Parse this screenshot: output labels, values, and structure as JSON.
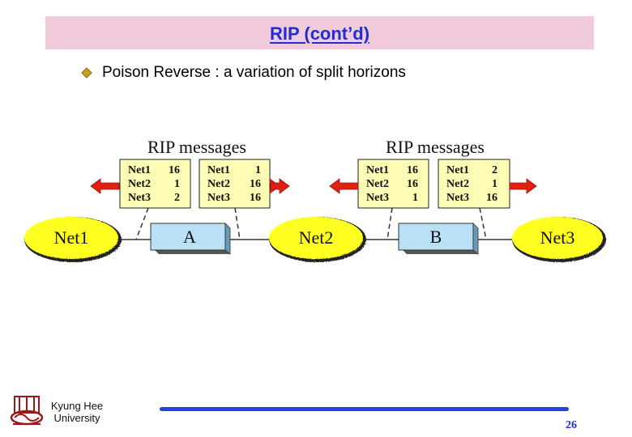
{
  "slide": {
    "title": "RIP (cont’d)",
    "bullet": "Poison Reverse : a variation of split horizons",
    "page_number": "26",
    "university": "Kyung Hee University"
  },
  "diagram": {
    "message_label_left": "RIP messages",
    "message_label_right": "RIP messages",
    "networks": [
      "Net1",
      "Net2",
      "Net3"
    ],
    "routers": [
      "A",
      "B"
    ],
    "tables": [
      {
        "rows": [
          {
            "net": "Net1",
            "metric": "16"
          },
          {
            "net": "Net2",
            "metric": "1"
          },
          {
            "net": "Net3",
            "metric": "2"
          }
        ]
      },
      {
        "rows": [
          {
            "net": "Net1",
            "metric": "1"
          },
          {
            "net": "Net2",
            "metric": "16"
          },
          {
            "net": "Net3",
            "metric": "16"
          }
        ]
      },
      {
        "rows": [
          {
            "net": "Net1",
            "metric": "16"
          },
          {
            "net": "Net2",
            "metric": "16"
          },
          {
            "net": "Net3",
            "metric": "1"
          }
        ]
      },
      {
        "rows": [
          {
            "net": "Net1",
            "metric": "2"
          },
          {
            "net": "Net2",
            "metric": "1"
          },
          {
            "net": "Net3",
            "metric": "16"
          }
        ]
      }
    ]
  },
  "colors": {
    "title_band": "#f1cadc",
    "title_text": "#1f2fd0",
    "table_fill": "#fcfcb4",
    "cloud_fill": "#ffff20",
    "router_fill": "#b9e0f5",
    "arrow": "#e02010",
    "footer_bar": "#2a3fe0"
  }
}
